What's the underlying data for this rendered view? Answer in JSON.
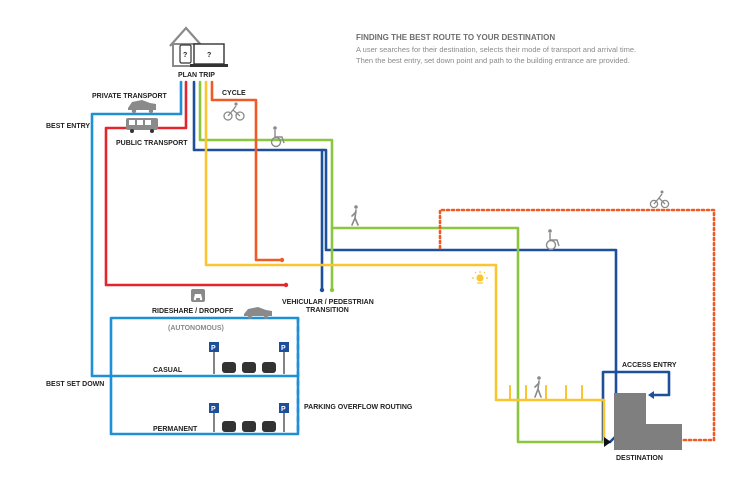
{
  "header": {
    "title": "FINDING THE BEST ROUTE TO YOUR DESTINATION",
    "line1": "A user searches for their destination, selects their mode of transport and arrival time.",
    "line2": "Then the best entry, set down point and path to the building entrance are provided."
  },
  "labels": {
    "plan_trip": "PLAN TRIP",
    "private_transport": "PRIVATE TRANSPORT",
    "cycle": "CYCLE",
    "best_entry": "BEST ENTRY",
    "public_transport": "PUBLIC TRANSPORT",
    "rideshare": "RIDESHARE / DROPOFF",
    "autonomous": "(AUTONOMOUS)",
    "vehicular_1": "VEHICULAR / PEDESTRIAN",
    "vehicular_2": "TRANSITION",
    "casual": "CASUAL",
    "best_set_down": "BEST SET DOWN",
    "permanent": "PERMANENT",
    "parking_overflow": "PARKING OVERFLOW ROUTING",
    "access_entry": "ACCESS ENTRY",
    "destination": "DESTINATION",
    "phone_glyph": "?",
    "laptop_glyph": "?",
    "parking_glyph": "P"
  },
  "colors": {
    "red": "#e3262e",
    "blue": "#1f8fd6",
    "navy": "#1d4f9b",
    "green": "#8cc63f",
    "orange": "#f15a24",
    "yellow": "#fbc531",
    "grey": "#8a8a8a",
    "dark": "#333333"
  },
  "icons": {
    "house": "house-icon",
    "laptop": "laptop-icon",
    "phone": "phone-icon",
    "car": "car-icon",
    "bus": "bus-icon",
    "bicycle": "bicycle-icon",
    "wheelchair": "wheelchair-icon",
    "pedestrian": "pedestrian-icon",
    "light": "light-icon",
    "rideshare": "rideshare-icon",
    "parking": "parking-sign-icon",
    "building": "destination-building-icon"
  }
}
